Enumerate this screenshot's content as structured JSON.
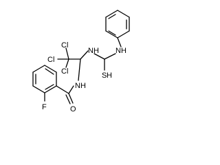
{
  "molecule": {
    "atoms": [
      {
        "id": "f",
        "label": "F"
      },
      {
        "id": "o",
        "label": "O"
      },
      {
        "id": "n_amide",
        "label": "N",
        "sublabel": "H"
      },
      {
        "id": "cl1",
        "label": "Cl"
      },
      {
        "id": "cl2",
        "label": "Cl"
      },
      {
        "id": "cl3",
        "label": "Cl"
      },
      {
        "id": "n_thio1",
        "label": "N",
        "sublabel": "H"
      },
      {
        "id": "n_thio2",
        "label": "N",
        "sublabel": "H"
      },
      {
        "id": "s",
        "label": "S",
        "sublabel": "H"
      }
    ]
  }
}
